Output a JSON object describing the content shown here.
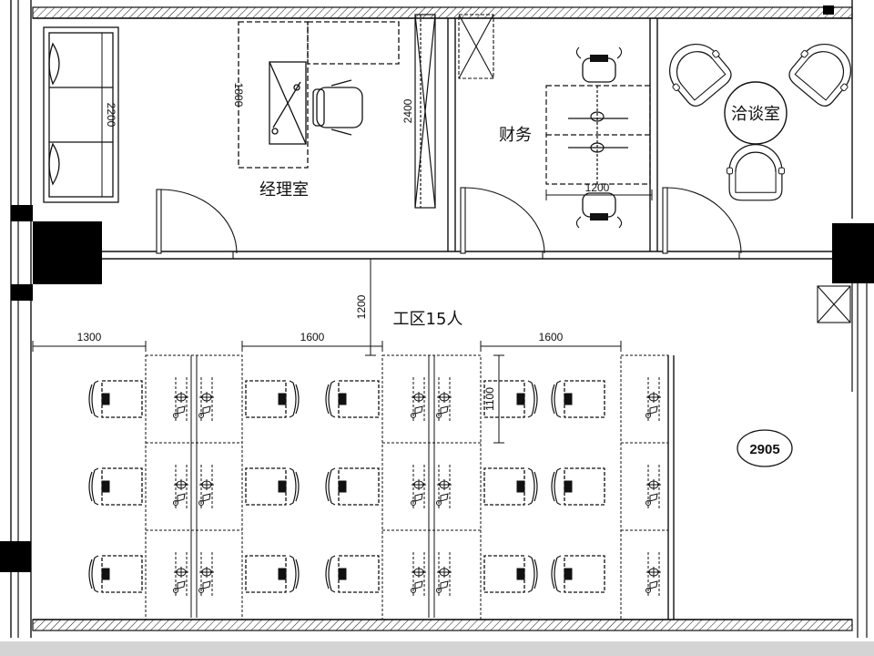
{
  "rooms": {
    "manager": "经理室",
    "finance": "财务",
    "meeting": "洽谈室",
    "workarea": "工区15人"
  },
  "dimensions": {
    "sofa_length": "2200",
    "desk_length": "1800",
    "cabinet_length": "2400",
    "finance_desk": "1200",
    "corridor_width": "1200",
    "left_margin": "1300",
    "aisle_1": "1600",
    "aisle_2": "1600",
    "desk_depth": "1100"
  },
  "unit_number": "2905",
  "colors": {
    "line": "#111111",
    "column": "#000000",
    "background": "#ffffff",
    "footer_band": "#d4d4d4"
  }
}
